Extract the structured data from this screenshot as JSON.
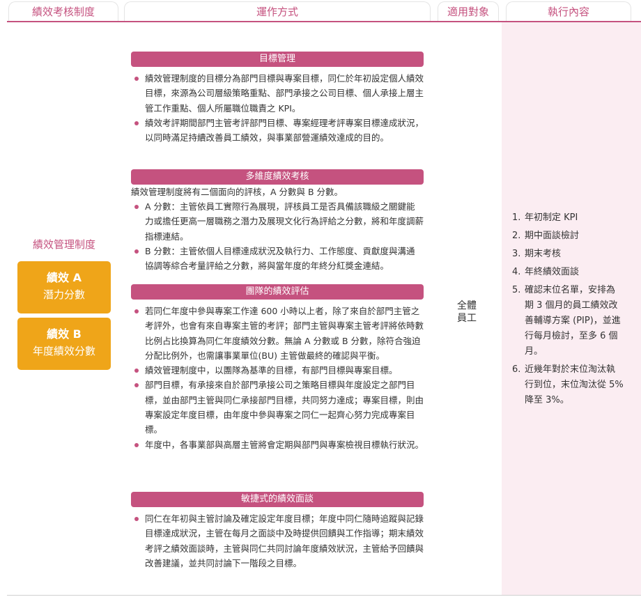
{
  "headers": [
    "績效考核制度",
    "運作方式",
    "適用對象",
    "執行內容"
  ],
  "left": {
    "title": "績效管理制度",
    "boxes": [
      {
        "title": "績效 A",
        "sub": "潛力分數"
      },
      {
        "title": "績效 B",
        "sub": "年度績效分數"
      }
    ]
  },
  "sections": [
    {
      "title": "目標管理",
      "lead": "",
      "bullets": [
        "績效管理制度的目標分為部門目標與專案目標，同仁於年初設定個人績效目標，來源為公司層級策略重點、部門承接之公司目標、個人承接上層主管工作重點、個人所屬職位職責之 KPI。",
        "績效考評期間部門主管考評部門目標、專案經理考評專案目標達成狀況，以同時滿足持續改善員工績效，與事業部營運績效達成的目的。"
      ]
    },
    {
      "title": "多維度績效考核",
      "lead": "績效管理制度將有二個面向的評核，A 分數與 B 分數。",
      "bullets": [
        "A 分數：主管依員工實際行為展現，評核員工是否具備該職級之關鍵能力或擔任更高一層職務之潛力及展現文化行為評給之分數，將和年度調薪指標連結。",
        "B 分數：主管依個人目標達成狀況及執行力、工作態度、貢獻度與溝通協調等綜合考量評給之分數，將與當年度的年終分紅獎金連結。"
      ]
    },
    {
      "title": "團隊的績效評估",
      "lead": "",
      "bullets": [
        "若同仁年度中參與專案工作達 600 小時以上者，除了來自於部門主管之考評外，也會有來自專案主管的考評；部門主管與專案主管考評將依時數比例占比換算為同仁年度績效分數。無論 A 分數或 B 分數，除符合強迫分配比例外，也需讓事業單位(BU) 主管做最終的確認與平衡。",
        "績效管理制度中，以團隊為基準的目標，有部門目標與專案目標。",
        "部門目標，有承接來自於部門承接公司之策略目標與年度設定之部門目標，並由部門主管與同仁承接部門目標，共同努力達成；專案目標，則由專案設定年度目標，由年度中參與專案之同仁一起齊心努力完成專案目標。",
        "年度中，各事業部與高層主管將會定期與部門與專案檢視目標執行狀況。"
      ]
    },
    {
      "title": "敏捷式的績效面談",
      "lead": "",
      "bullets": [
        "同仁在年初與主管討論及確定設定年度目標；年度中同仁隨時追蹤與記錄目標達成狀況，主管在每月之面談中及時提供回饋與工作指導；期末績效考評之績效面談時，主管與同仁共同討論年度績效狀況，主管給予回饋與改善建議，並共同討論下一階段之目標。"
      ]
    }
  ],
  "target": "全體員工",
  "execution": [
    {
      "num": "1.",
      "text": "年初制定 KPI"
    },
    {
      "num": "2.",
      "text": "期中面談檢討"
    },
    {
      "num": "3.",
      "text": "期末考核"
    },
    {
      "num": "4.",
      "text": "年終績效面談"
    },
    {
      "num": "5.",
      "text": "確認末位名單，安排為期 3 個月的員工績效改善輔導方案 (PIP)，並進行每月檢討，至多 6 個月。"
    },
    {
      "num": "6.",
      "text": "近幾年對於末位淘汰執行到位，末位淘汰從 5% 降至 3%。"
    }
  ],
  "colors": {
    "accent": "#c5527f",
    "orange": "#efa519",
    "pink_bg": "#fbedf2"
  }
}
